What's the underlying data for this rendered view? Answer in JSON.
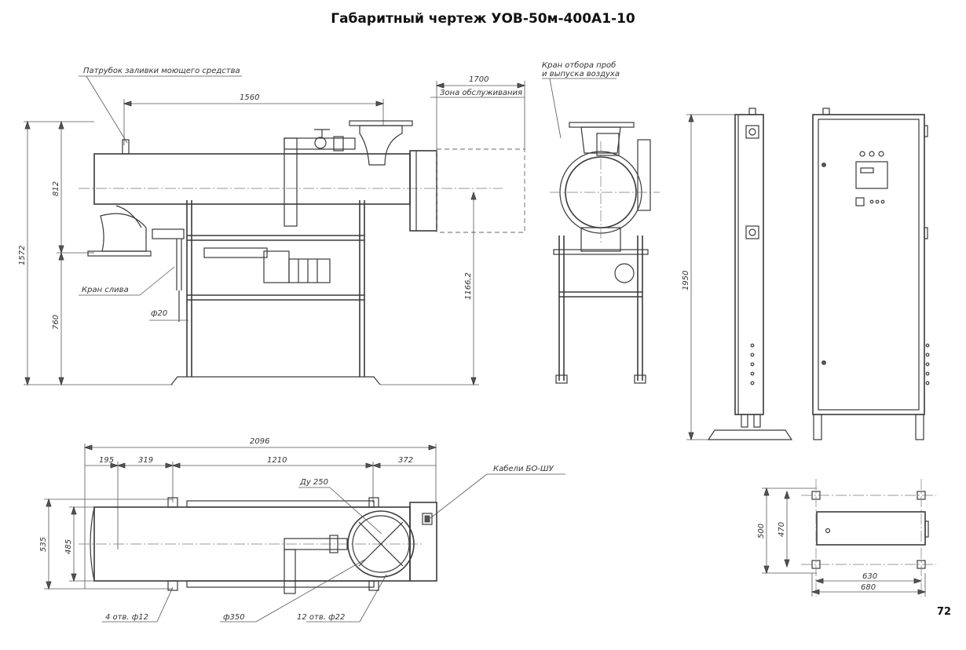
{
  "title": "Габаритный чертеж УОВ-50м-400А1-10",
  "page_number": "72",
  "front_view": {
    "label_fill_pipe": "Патрубок заливки моющего средства",
    "label_drain_valve": "Кран слива",
    "label_sample_valve_1": "Кран отбора проб",
    "label_sample_valve_2": "и выпуска воздуха",
    "label_service_zone": "Зона обслуживания",
    "dim_service": "1700",
    "dim_length_top": "1560",
    "dim_total_height": "1572",
    "dim_upper": "812",
    "dim_lower": "760",
    "dim_outlet_height": "1166,2",
    "dim_drain_dia": "ф20"
  },
  "cabinet_view": {
    "dim_height": "1950"
  },
  "plan_view": {
    "dim_total": "2096",
    "dim_a": "195",
    "dim_b": "319",
    "dim_c": "1210",
    "dim_d": "372",
    "dim_width_outer": "535",
    "dim_width_inner": "485",
    "label_du": "Ду 250",
    "label_cables": "Кабели БО-ШУ",
    "label_holes_4": "4 отв. ф12",
    "label_dia_350": "ф350",
    "label_holes_12": "12 отв. ф22"
  },
  "cabinet_plan_view": {
    "dim_500": "500",
    "dim_470": "470",
    "dim_630": "630",
    "dim_680": "680"
  }
}
